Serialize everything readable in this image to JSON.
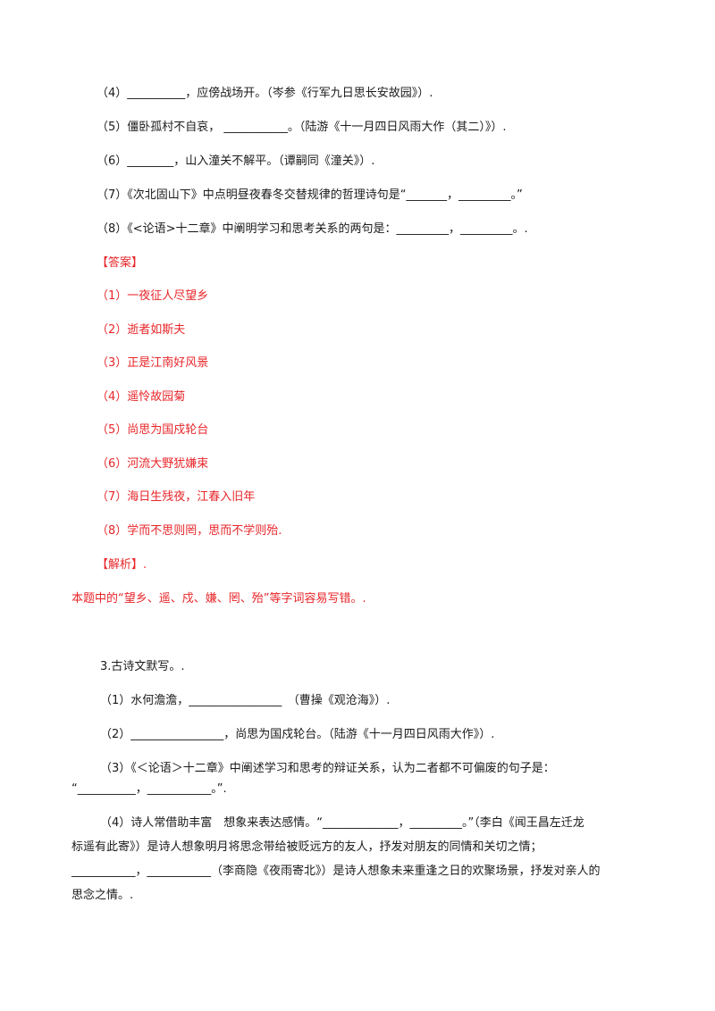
{
  "section1": {
    "lines": [
      "（4）__________，应傍战场开。（岑参《行军九日思长安故园》）.",
      "（5）僵卧孤村不自哀， ___________。（陆游《十一月四日风雨大作（其二）》）.",
      "（6）________，山入潼关不解平。（谭嗣同《潼关》）.",
      "（7）《次北固山下》中点明昼夜春冬交替规律的哲理诗句是“_______，_________。”",
      "（8）《<论语>十二章》中阐明学习和思考关系的两句是：_________，_________。."
    ]
  },
  "answer": {
    "heading": "【答案】",
    "items": [
      "（1）一夜征人尽望乡",
      "（2）逝者如斯夫",
      "（3）正是江南好风景",
      "（4）遥怜故园菊",
      "（5）尚思为国戍轮台",
      "（6）河流大野犹嫌束",
      "（7）海日生残夜，江春入旧年",
      "（8）学而不思则罔，思而不学则殆."
    ]
  },
  "analysis": {
    "heading": "【解析】.",
    "text": "本题中的“望乡、遥、戍、嫌、罔、殆”等字词容易写错。."
  },
  "section3": {
    "title": "3.古诗文默写。.",
    "q1": "（1）水何澹澹，________________　（曹操《观沧海》）.",
    "q2": "（2）________________，尚思为国戍轮台。（陆游《十一月四日风雨大作》）.",
    "q3_line1": "（3）《＜论语＞十二章》中阐述学习和思考的辩证关系，认为二者都不可偏废的句子是：",
    "q3_line2": "“__________，___________。”.",
    "q4_line1": "（4）诗人常借助丰富　想象来表达感情。“_____________，_________。”（李白《闻王昌左迁龙",
    "q4_line2": "标遥有此寄》）是诗人想象明月将思念带给被贬远方的友人，抒发对朋友的同情和关切之情；",
    "q4_line3": "___________，___________（李商隐《夜雨寄北》）是诗人想象未来重逢之日的欢聚场景，抒发对亲人的",
    "q4_line4": "思念之情。."
  }
}
